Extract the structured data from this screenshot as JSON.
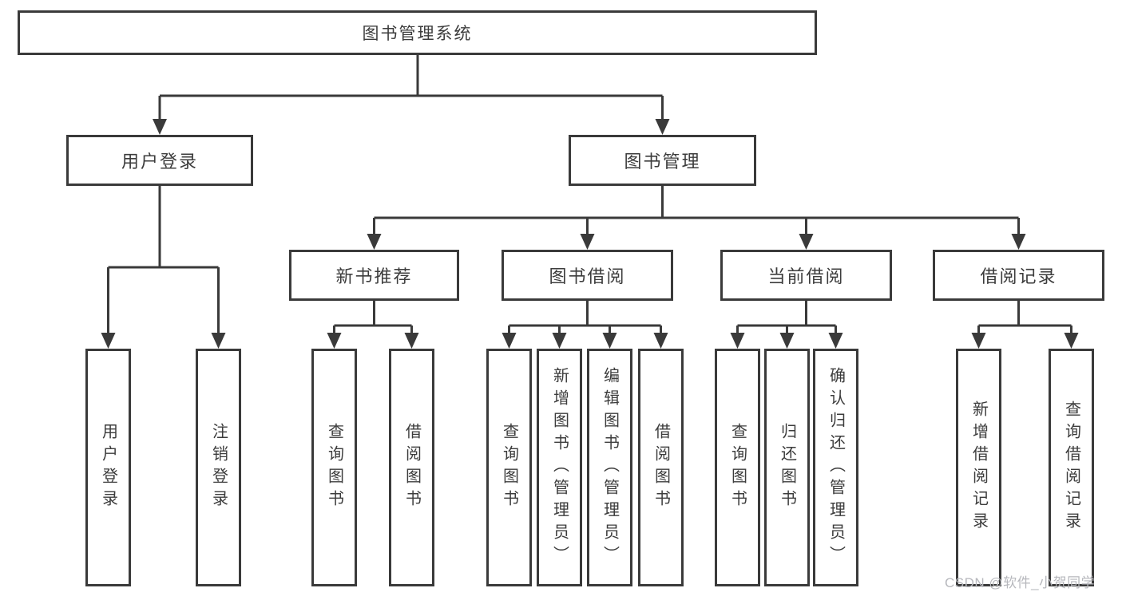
{
  "diagram": {
    "root_label": "图书管理系统",
    "branches": [
      {
        "label": "用户登录",
        "children": [
          {
            "label": "用户登录"
          },
          {
            "label": "注销登录"
          }
        ]
      },
      {
        "label": "图书管理",
        "children": [
          {
            "label": "新书推荐",
            "children": [
              {
                "label": "查询图书"
              },
              {
                "label": "借阅图书"
              }
            ]
          },
          {
            "label": "图书借阅",
            "children": [
              {
                "label": "查询图书"
              },
              {
                "label": "新增图书（管理员）"
              },
              {
                "label": "编辑图书（管理员）"
              },
              {
                "label": "借阅图书"
              }
            ]
          },
          {
            "label": "当前借阅",
            "children": [
              {
                "label": "查询图书"
              },
              {
                "label": "归还图书"
              },
              {
                "label": "确认归还（管理员）"
              }
            ]
          },
          {
            "label": "借阅记录",
            "children": [
              {
                "label": "新增借阅记录"
              },
              {
                "label": "查询借阅记录"
              }
            ]
          }
        ]
      }
    ]
  },
  "watermark": {
    "text": "CSDN @软件_小贺同学"
  },
  "colors": {
    "line": "#3a3a3a",
    "text": "#3c3c3c",
    "background": "#ffffff",
    "watermark": "#b7b8bd"
  }
}
